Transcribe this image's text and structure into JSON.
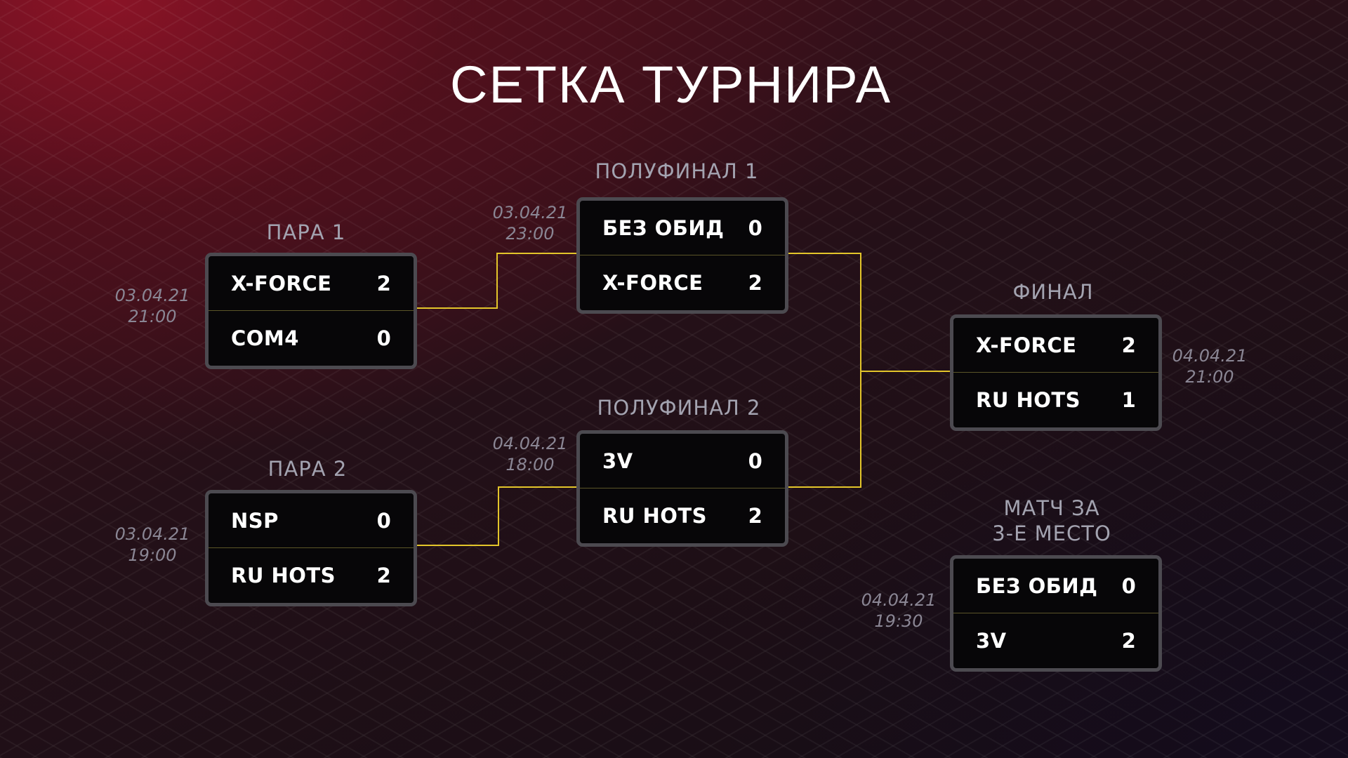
{
  "title": "СЕТКА ТУРНИРА",
  "colors": {
    "connector": "#e3c52a",
    "box_border": "#4c4a50",
    "box_fill": "#070608"
  },
  "matches": {
    "para1": {
      "label": "ПАРА 1",
      "date": "03.04.21",
      "time": "21:00",
      "teams": [
        {
          "name": "X-FORCE",
          "score": "2"
        },
        {
          "name": "COM4",
          "score": "0"
        }
      ]
    },
    "para2": {
      "label": "ПАРА 2",
      "date": "03.04.21",
      "time": "19:00",
      "teams": [
        {
          "name": "NSP",
          "score": "0"
        },
        {
          "name": "RU HOTS",
          "score": "2"
        }
      ]
    },
    "semi1": {
      "label": "ПОЛУФИНАЛ 1",
      "date": "03.04.21",
      "time": "23:00",
      "teams": [
        {
          "name": "БЕЗ ОБИД",
          "score": "0"
        },
        {
          "name": "X-FORCE",
          "score": "2"
        }
      ]
    },
    "semi2": {
      "label": "ПОЛУФИНАЛ 2",
      "date": "04.04.21",
      "time": "18:00",
      "teams": [
        {
          "name": "3V",
          "score": "0"
        },
        {
          "name": "RU HOTS",
          "score": "2"
        }
      ]
    },
    "final": {
      "label": "ФИНАЛ",
      "date": "04.04.21",
      "time": "21:00",
      "teams": [
        {
          "name": "X-FORCE",
          "score": "2"
        },
        {
          "name": "RU HOTS",
          "score": "1"
        }
      ]
    },
    "third": {
      "label_line1": "МАТЧ ЗА",
      "label_line2": "3-Е МЕСТО",
      "date": "04.04.21",
      "time": "19:30",
      "teams": [
        {
          "name": "БЕЗ ОБИД",
          "score": "0"
        },
        {
          "name": "3V",
          "score": "2"
        }
      ]
    }
  }
}
